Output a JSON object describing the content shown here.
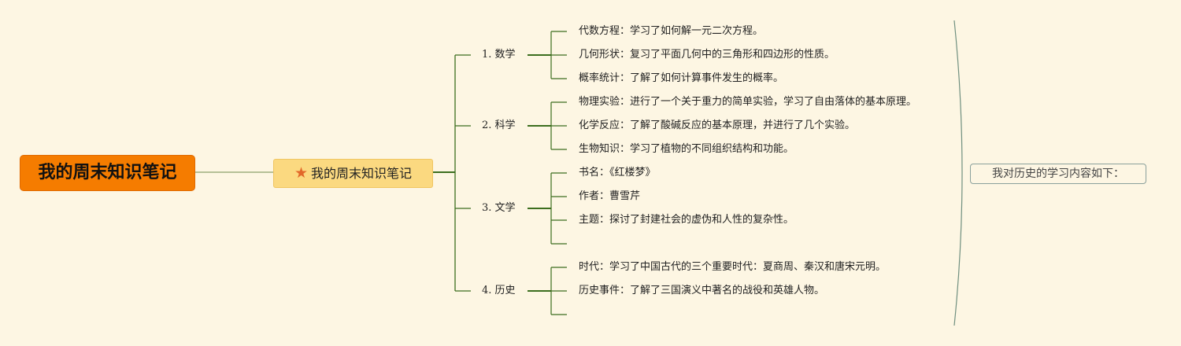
{
  "root": "我的周末知识笔记",
  "center": {
    "icon": "star-icon",
    "label": "我的周末知识笔记"
  },
  "categories": [
    {
      "num": "1.",
      "name": "数学",
      "items": [
        {
          "k": "代数方程",
          "v": "学习了如何解一元二次方程。"
        },
        {
          "k": "几何形状",
          "v": "复习了平面几何中的三角形和四边形的性质。"
        },
        {
          "k": "概率统计",
          "v": "了解了如何计算事件发生的概率。"
        }
      ]
    },
    {
      "num": "2.",
      "name": "科学",
      "items": [
        {
          "k": "物理实验",
          "v": "进行了一个关于重力的简单实验，学习了自由落体的基本原理。"
        },
        {
          "k": "化学反应",
          "v": "了解了酸碱反应的基本原理，并进行了几个实验。"
        },
        {
          "k": "生物知识",
          "v": "学习了植物的不同组织结构和功能。"
        }
      ]
    },
    {
      "num": "3.",
      "name": "文学",
      "items": [
        {
          "k": "书名",
          "v": "《红楼梦》"
        },
        {
          "k": "作者",
          "v": "曹雪芹"
        },
        {
          "k": "主题",
          "v": "探讨了封建社会的虚伪和人性的复杂性。"
        },
        {
          "k": "",
          "v": ""
        }
      ]
    },
    {
      "num": "4.",
      "name": "历史",
      "items": [
        {
          "k": "时代",
          "v": "学习了中国古代的三个重要时代：夏商周、秦汉和唐宋元明。"
        },
        {
          "k": "历史事件",
          "v": "了解了三国演义中著名的战役和英雄人物。"
        },
        {
          "k": "",
          "v": ""
        }
      ]
    }
  ],
  "note": "我对历史的学习内容如下：",
  "colors": {
    "root": "#f57c00",
    "center": "#fbd980",
    "star": "#e2682a",
    "line": "#3c6e1e",
    "bracket": "#6f8f7f",
    "background": "#fdf6e3"
  }
}
